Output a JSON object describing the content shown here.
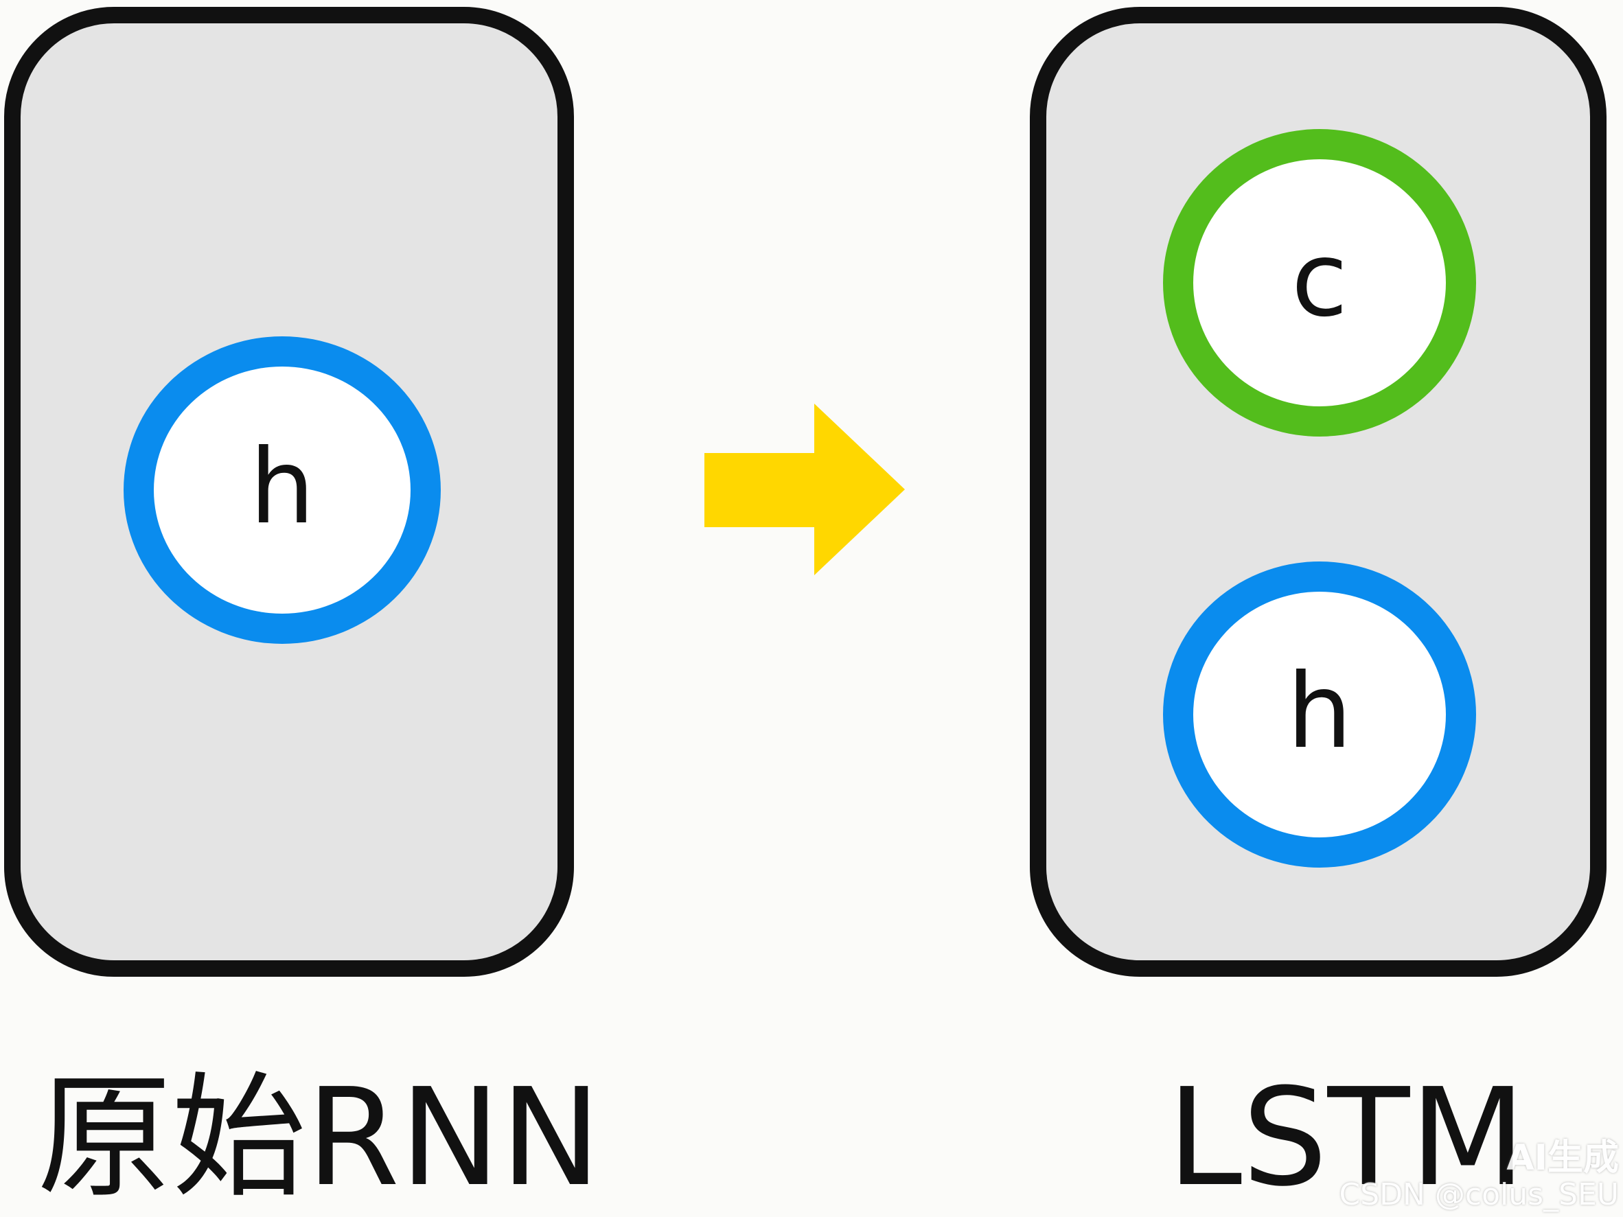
{
  "left_panel": {
    "node_label": "h",
    "caption": "原始RNN"
  },
  "right_panel": {
    "top_node_label": "c",
    "bottom_node_label": "h",
    "caption": "LSTM"
  },
  "arrow": {
    "color": "#ffd700",
    "direction": "right"
  },
  "colors": {
    "h_ring": "#0a8cee",
    "c_ring": "#53bd1c",
    "box_fill": "#e4e4e4",
    "box_border": "#111111"
  },
  "watermark": {
    "line1": "AI生成",
    "line2": "CSDN @colus_SEU"
  }
}
